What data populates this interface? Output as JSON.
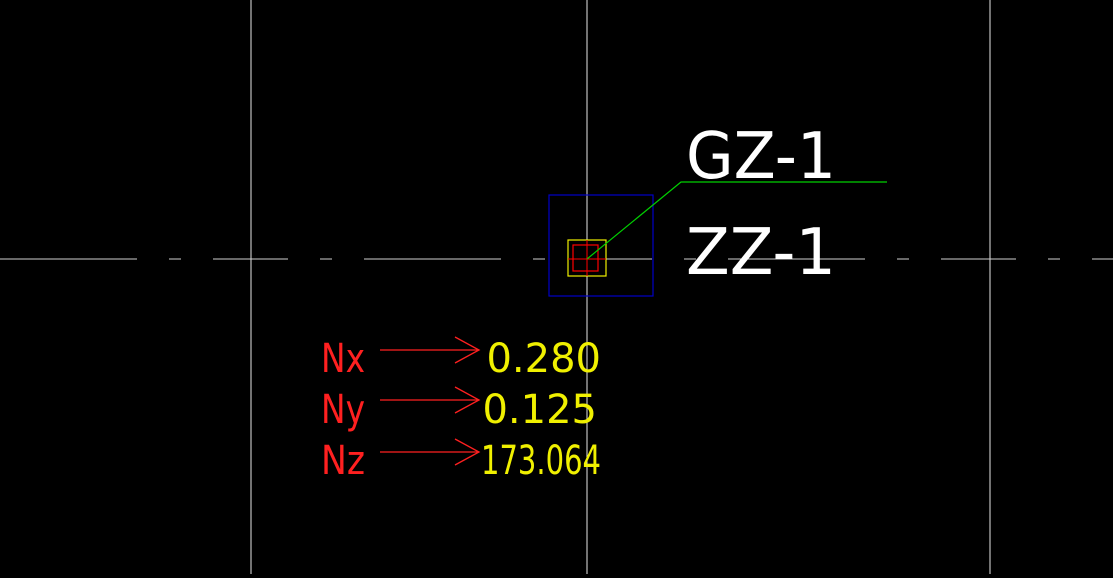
{
  "colors": {
    "background": "#000000",
    "grid": "#e6e6e6",
    "axis": "#d0d0d0",
    "column_outline": "#0000c8",
    "column_core": "#f0f000",
    "column_center": "#ff0000",
    "leader": "#00d000",
    "label_text": "#ffffff",
    "force_label": "#ff2020",
    "force_value": "#f0f000",
    "arrow": "#ff2020"
  },
  "column": {
    "tag_top": "GZ-1",
    "tag_bottom": "ZZ-1"
  },
  "forces": [
    {
      "label": "Nx",
      "value": "0.280"
    },
    {
      "label": "Ny",
      "value": "0.125"
    },
    {
      "label": "Nz",
      "value": "173.064"
    }
  ]
}
